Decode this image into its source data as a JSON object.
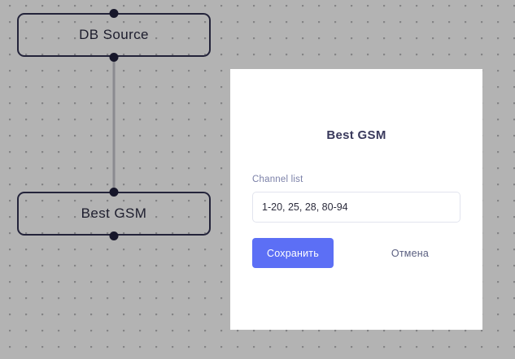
{
  "canvas": {
    "background_color": "#b3b3b3",
    "grid_dot_color": "#5a5a5f",
    "edge_color": "#8b8b90"
  },
  "nodes": [
    {
      "id": "db-source",
      "label": "DB Source",
      "border_color": "#23233a",
      "handle_color": "#16162a"
    },
    {
      "id": "best-gsm",
      "label": "Best GSM",
      "border_color": "#23233a",
      "handle_color": "#16162a"
    }
  ],
  "dialog": {
    "title": "Best GSM",
    "background_color": "#ffffff",
    "field": {
      "label": "Channel list",
      "value": "1-20, 25, 28, 80-94",
      "placeholder": "1-20, 25, 28, 80-94"
    },
    "save_label": "Сохранить",
    "cancel_label": "Отмена",
    "accent_color": "#5c6ff5"
  }
}
